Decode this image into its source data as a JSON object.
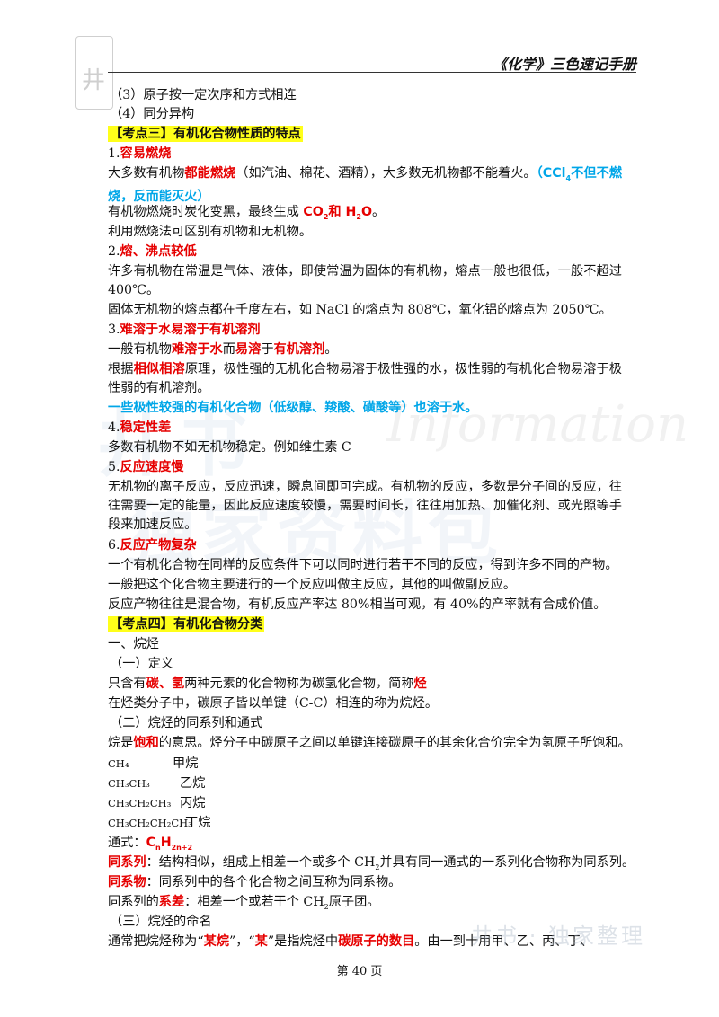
{
  "header": {
    "title": "《化学》三色速记手册"
  },
  "watermark": {
    "line1": "井书",
    "script": "Information",
    "line2": "独家资料包",
    "footer": "井书 · 独家整理",
    "logo": "井"
  },
  "colors": {
    "highlight": "#ffff1a",
    "red": "#e60000",
    "blue": "#00a6e8"
  },
  "lines": {
    "l1": "（3）原子按一定次序和方式相连",
    "l2": "（4）同分异构",
    "h3": "【考点三】有机化合物性质的特点",
    "s1n": "1.",
    "s1t": "容易燃烧",
    "p1a": "大多数有机物",
    "p1b": "都能燃烧",
    "p1c": "（如汽油、棉花、酒精），大多数无机物都不能着火。",
    "p1d": "（CCl",
    "p1e": "4",
    "p1f": "不但不燃烧，反而能灭火）",
    "p2a": "有机物燃烧时炭化变黑，最终生成 ",
    "p2b": "CO",
    "p2c": "2",
    "p2d": "和 H",
    "p2e": "2",
    "p2f": "O",
    "p2g": "。",
    "p3": "利用燃烧法可区别有机物和无机物。",
    "s2n": "2.",
    "s2t": "熔、沸点较低",
    "p4": "许多有机物在常温是气体、液体，即使常温为固体的有机物，熔点一般也很低，一般不超过 400℃。",
    "p5": "固体无机物的熔点都在千度左右，如 NaCl 的熔点为 808℃，氧化铝的熔点为 2050℃。",
    "s3n": "3.",
    "s3t": "难溶于水易溶于有机溶剂",
    "p6a": "一般有机物",
    "p6b": "难溶于水",
    "p6c": "而",
    "p6d": "易溶",
    "p6e": "于",
    "p6f": "有机溶剂",
    "p6g": "。",
    "p7a": "根据",
    "p7b": "相似相溶",
    "p7c": "原理，极性强的无机化合物易溶于极性强的水，极性弱的有机化合物易溶于极性弱的有机溶剂。",
    "p8": "一些极性较强的有机化合物（低级醇、羧酸、磺酸等）也溶于水。",
    "s4n": "4.",
    "s4t": "稳定性差",
    "p9": "多数有机物不如无机物稳定。例如维生素 C",
    "s5n": "5.",
    "s5t": "反应速度慢",
    "p10": "无机物的离子反应，反应迅速，瞬息间即可完成。有机物的反应，多数是分子间的反应，往往需要一定的能量，因此反应速度较慢，需要时间长，往往用加热、加催化剂、或光照等手段来加速反应。",
    "s6n": "6.",
    "s6t": "反应产物复杂",
    "p11": "一个有机化合物在同样的反应条件下可以同时进行若干不同的反应，得到许多不同的产物。",
    "p12": "一般把这个化合物主要进行的一个反应叫做主反应，其他的叫做副反应。",
    "p13": "反应产物往往是混合物，有机反应产率达 80%相当可观，有 40%的产率就有合成价值。",
    "h4": "【考点四】有机化合物分类",
    "c1": "一、烷烃",
    "c2": "（一）定义",
    "p14a": "只含有",
    "p14b": "碳、氢",
    "p14c": "两种元素的化合物称为碳氢化合物，简称",
    "p14d": "烃",
    "p15": "在烃类分子中，碳原子皆以单键（C-C）相连的称为烷烃。",
    "c3": "（二）烷烃的同系列和通式",
    "p16a": "烷是",
    "p16b": "饱和",
    "p16c": "的意思。烃分子中碳原子之间以单键连接碳原子的其余化合价完全为氢原子所饱和。",
    "f1": "CH₄",
    "f1n": "甲烷",
    "f2": "CH₃CH₃",
    "f2n": "乙烷",
    "f3": "CH₃CH₂CH₃",
    "f3n": "丙烷",
    "f4": "CH₃CH₂CH₂CH₃",
    "f4n": "丁烷",
    "p17a": "通式：",
    "p17b": "C",
    "p17c": "n",
    "p17d": "H",
    "p17e": "2n+2",
    "p18a": "同系列",
    "p18b": "：结构相似，组成上相差一个或多个 CH",
    "p18c": "2",
    "p18d": "并具有同一通式的一系列化合物称为同系列。",
    "p19a": "同系物",
    "p19b": "：同系列中的各个化合物之间互称为同系物。",
    "p20a": "同系列的",
    "p20b": "系差",
    "p20c": "：相差一个或若干个 CH",
    "p20d": "2",
    "p20e": "原子团。",
    "c4": "（三）烷烃的命名",
    "p21a": "通常把烷烃称为“",
    "p21b": "某烷",
    "p21c": "”，“",
    "p21d": "某",
    "p21e": "”是指烷烃中",
    "p21f": "碳原子的数目",
    "p21g": "。由一到十用甲、乙、丙、丁、"
  },
  "footer": {
    "page": "第 40 页"
  }
}
